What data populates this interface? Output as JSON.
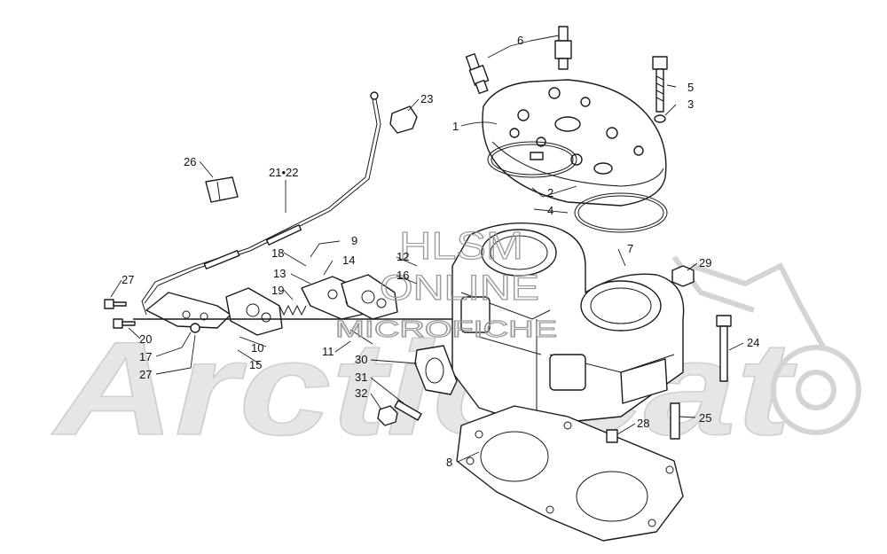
{
  "watermark": {
    "line1": "HLSM",
    "line2": "ONLINE",
    "line3": "MICROFICHE",
    "brand": "ArcticCat"
  },
  "callouts": [
    {
      "label": "1"
    },
    {
      "label": "2"
    },
    {
      "label": "3"
    },
    {
      "label": "4"
    },
    {
      "label": "5"
    },
    {
      "label": "6"
    },
    {
      "label": "7"
    },
    {
      "label": "8"
    },
    {
      "label": "9"
    },
    {
      "label": "10"
    },
    {
      "label": "11"
    },
    {
      "label": "12"
    },
    {
      "label": "13"
    },
    {
      "label": "14"
    },
    {
      "label": "15"
    },
    {
      "label": "16"
    },
    {
      "label": "17"
    },
    {
      "label": "18"
    },
    {
      "label": "19"
    },
    {
      "label": "20"
    },
    {
      "label": "21•22"
    },
    {
      "label": "23"
    },
    {
      "label": "24"
    },
    {
      "label": "25"
    },
    {
      "label": "26"
    },
    {
      "label": "27"
    },
    {
      "label": "27"
    },
    {
      "label": "28"
    },
    {
      "label": "29"
    },
    {
      "label": "30"
    },
    {
      "label": "31"
    },
    {
      "label": "32"
    }
  ]
}
